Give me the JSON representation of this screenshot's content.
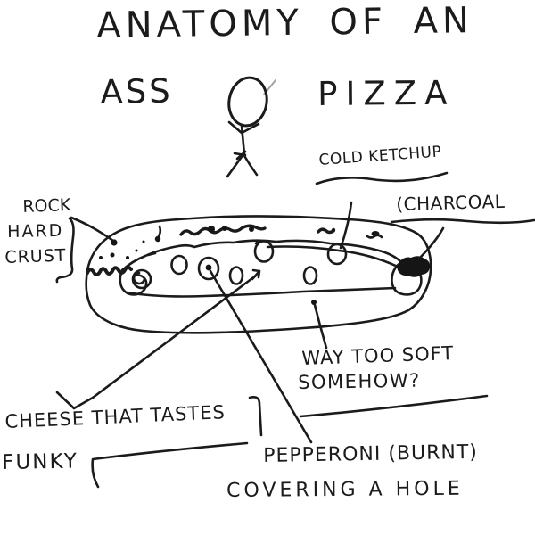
{
  "background": "#ffffff",
  "ink_color": "#1b1b1b",
  "title": {
    "line1": "ANATOMY OF AN",
    "line2_left": "ASS",
    "line2_right": "PIZZA"
  },
  "figure": {
    "stick_figure_icon": "stick-figure",
    "pizza_icon": "hand-drawn-pizza-side-view"
  },
  "annotations": {
    "rock_hard_crust": {
      "line1": "ROCK",
      "line2": "HARD",
      "line3": "CRUST"
    },
    "cold_ketchup": {
      "text": "COLD KETCHUP"
    },
    "charcoal": {
      "text": "(CHARCOAL"
    },
    "way_too_soft": {
      "line1": "WAY TOO SOFT",
      "line2": "SOMEHOW?"
    },
    "cheese_funky": {
      "line1": "CHEESE THAT TASTES",
      "line2": "FUNKY"
    },
    "pepperoni_burnt": {
      "line1": "PEPPERONI (BURNT)",
      "line2": "COVERING A HOLE"
    }
  }
}
